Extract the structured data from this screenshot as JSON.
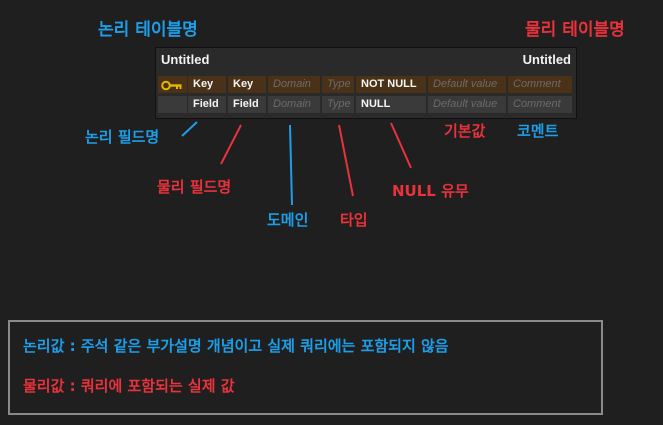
{
  "labels": {
    "logical_table_name": "논리 테이블명",
    "physical_table_name": "물리 테이블명",
    "logical_field_name": "논리 필드명",
    "physical_field_name": "물리 필드명",
    "domain": "도메인",
    "type": "타입",
    "null_flag": "NULL 유무",
    "default_value": "기본값",
    "comment": "코멘트"
  },
  "entity": {
    "logical_title": "Untitled",
    "physical_title": "Untitled",
    "rows": [
      {
        "logical": "Key",
        "physical": "Key",
        "domain": "Domain",
        "type": "Type",
        "null": "NOT NULL",
        "default": "Default value",
        "comment": "Comment"
      },
      {
        "logical": "Field",
        "physical": "Field",
        "domain": "Domain",
        "type": "Type",
        "null": "NULL",
        "default": "Default value",
        "comment": "Comment"
      }
    ]
  },
  "notes": {
    "logical": "논리값 : 주석 같은 부가설명 개념이고 실제 쿼리에는 포함되지 않음",
    "physical": "물리값 : 쿼리에 포함되는 실제 값"
  },
  "colors": {
    "logical": "#1e9ee8",
    "physical": "#e8323c",
    "key_row": "#4a3218",
    "field_row": "#3a3a3a",
    "key_icon": "#e6b800"
  },
  "icons": {
    "primary_key": "key-icon"
  }
}
